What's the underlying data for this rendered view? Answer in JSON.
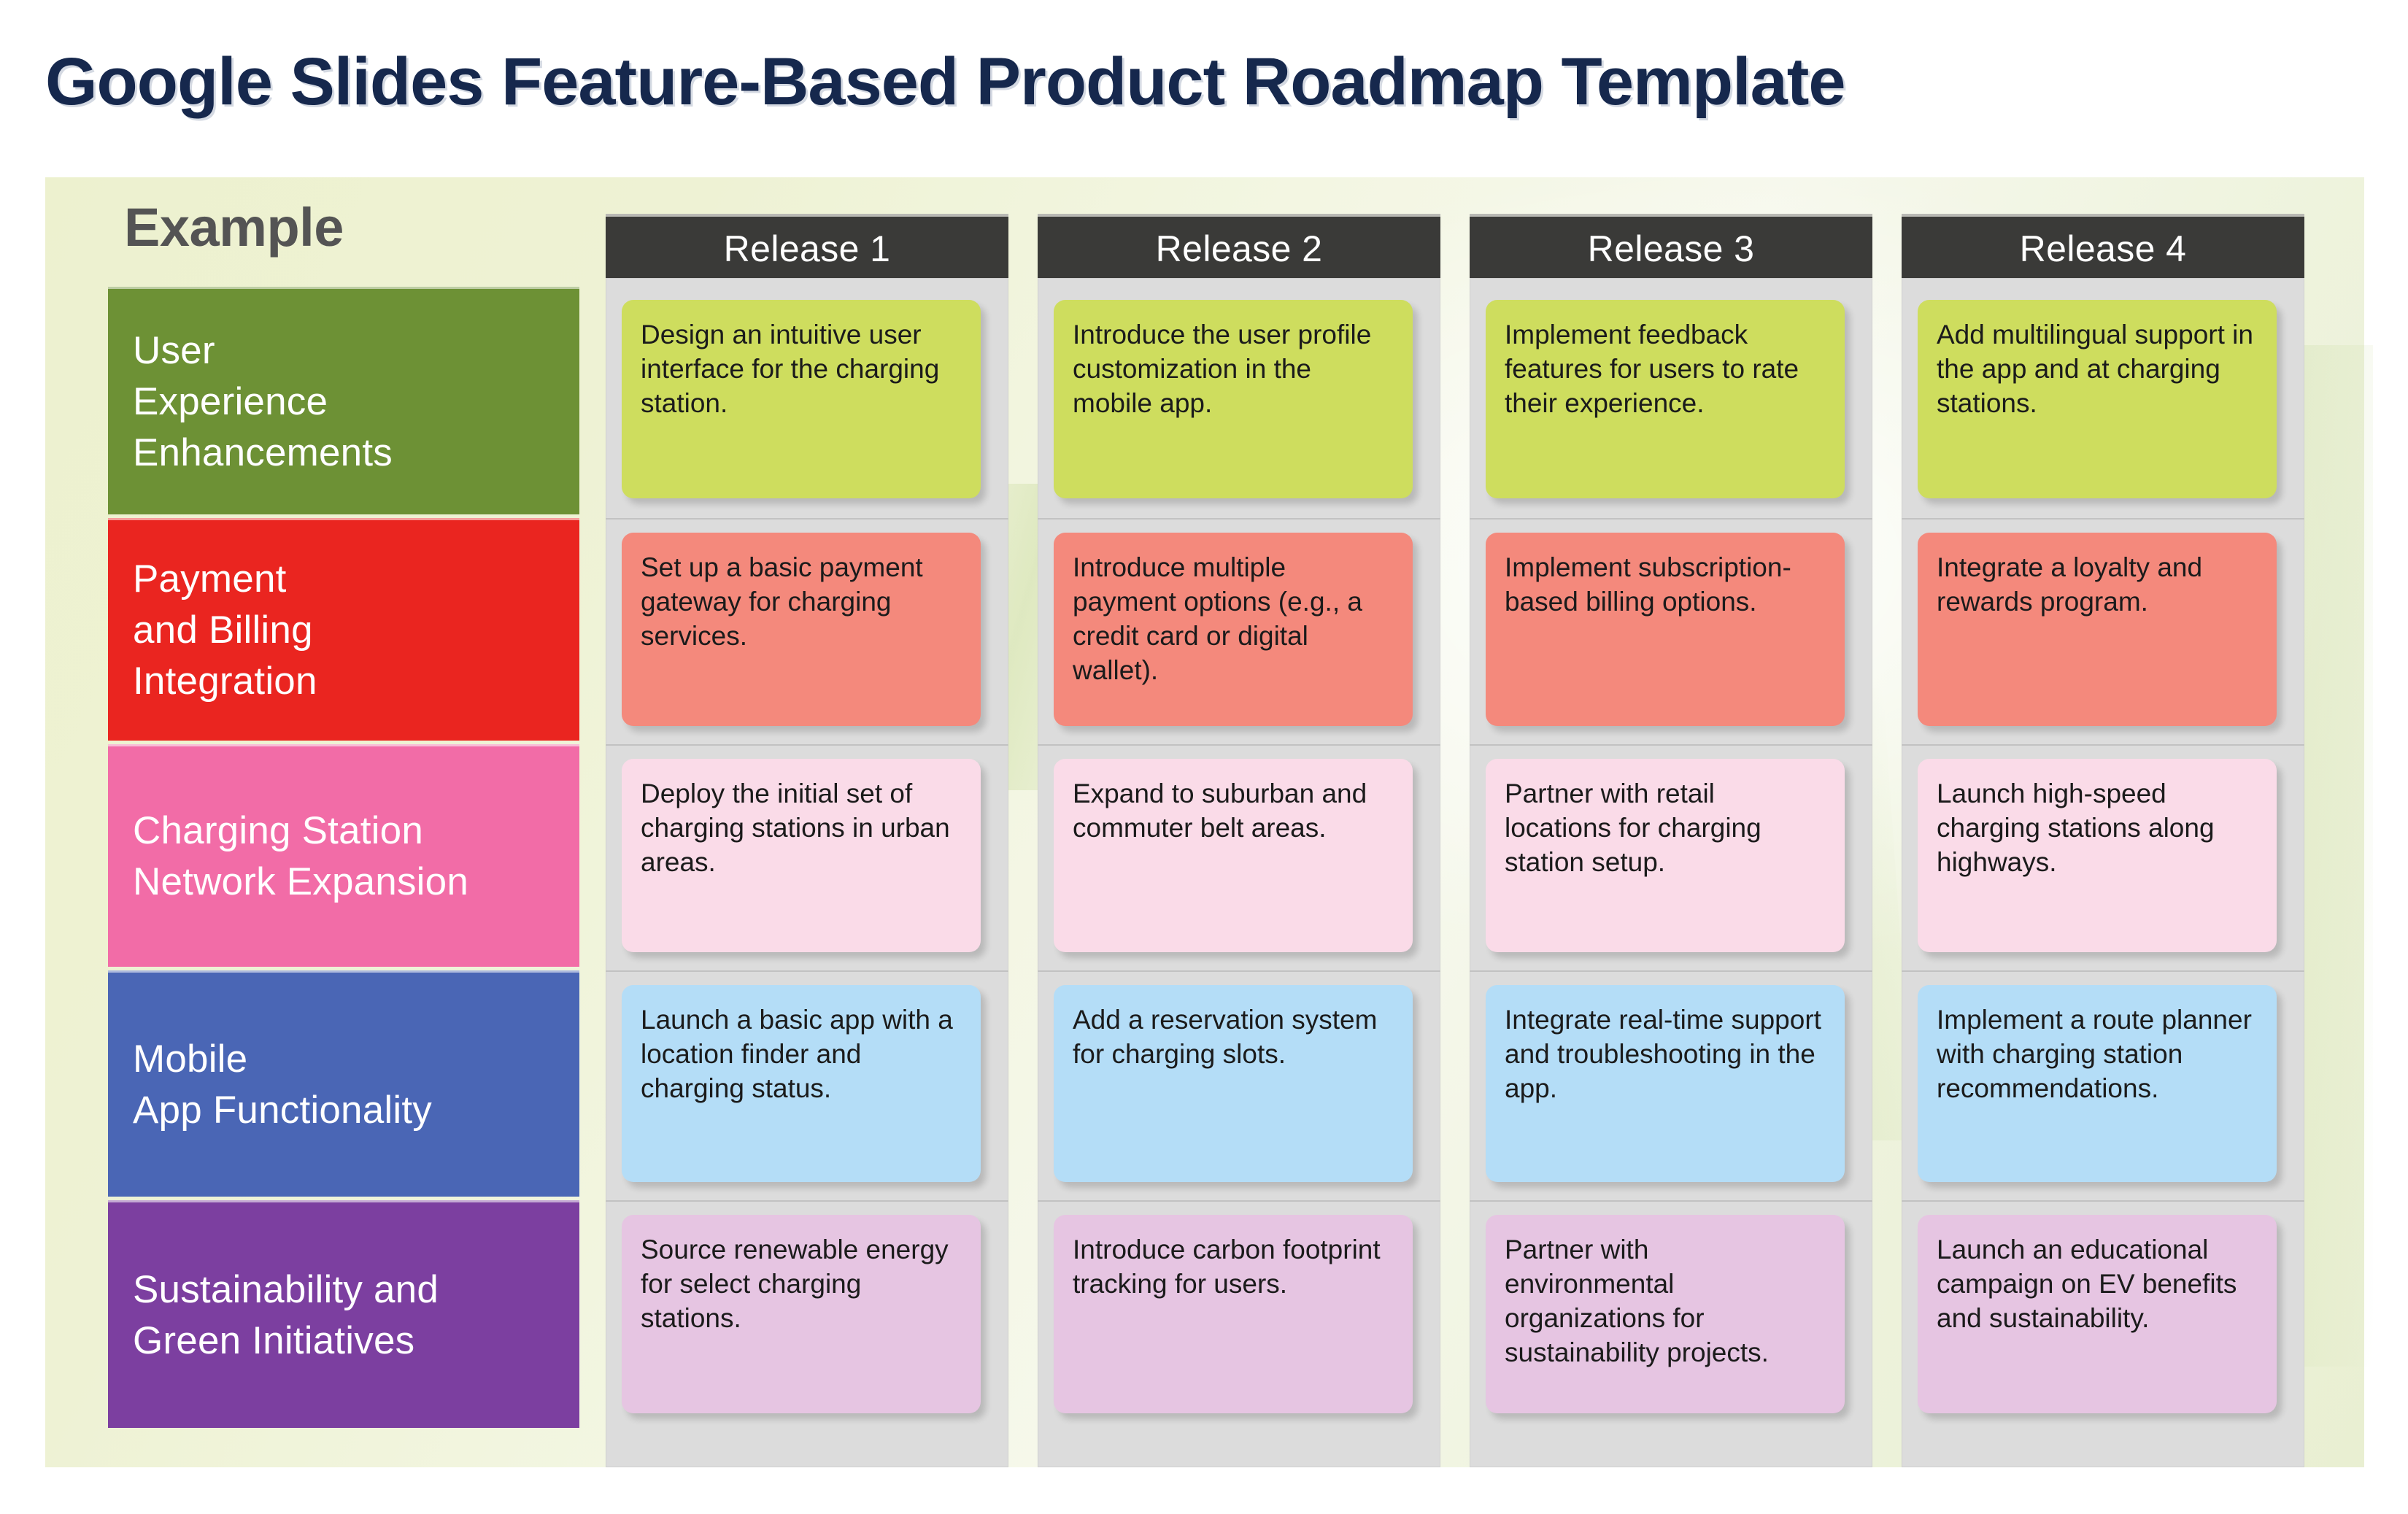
{
  "title": "Google Slides Feature-Based Product Roadmap Template",
  "example_label": "Example",
  "colors": {
    "title_text": "#16284d",
    "panel_bg": "#eef2d4",
    "column_bg": "#dcdcdc",
    "header_bg": "#3a3a38",
    "header_text": "#ffffff",
    "example_text": "#545454"
  },
  "columns": [
    {
      "label": "Release 1"
    },
    {
      "label": "Release 2"
    },
    {
      "label": "Release 3"
    },
    {
      "label": "Release 4"
    }
  ],
  "rows": [
    {
      "label": "User\nExperience\nEnhancements",
      "label_color": "#6d9135",
      "card_color": "#cedd5e",
      "cells": [
        "Design an intuitive user interface for the charging station.",
        "Introduce the user profile customization in the mobile app.",
        "Implement feedback features for users to rate their experience.",
        "Add multilingual support in the app and at charging stations."
      ]
    },
    {
      "label": "Payment\nand Billing\nIntegration",
      "label_color": "#ea2520",
      "card_color": "#f4897c",
      "cells": [
        "Set up a basic payment gateway for charging services.",
        "Introduce multiple payment options (e.g., a credit card or digital wallet).",
        "Implement subscription-based billing options.",
        "Integrate a loyalty and rewards program."
      ]
    },
    {
      "label": "Charging Station\nNetwork Expansion",
      "label_color": "#f26ca7",
      "card_color": "#fadbe8",
      "cells": [
        "Deploy the initial set of charging stations in urban areas.",
        "Expand to suburban and commuter belt areas.",
        "Partner with retail locations for charging station setup.",
        "Launch high-speed charging stations along highways."
      ]
    },
    {
      "label": "Mobile\nApp Functionality",
      "label_color": "#4a66b5",
      "card_color": "#b4ddf7",
      "cells": [
        "Launch a basic app with a location finder and charging status.",
        "Add a reservation system for charging slots.",
        "Integrate real-time support and troubleshooting in the app.",
        "Implement a route planner with charging station recommendations."
      ]
    },
    {
      "label": "Sustainability and\nGreen Initiatives",
      "label_color": "#7c3fa0",
      "card_color": "#e6c5e2",
      "cells": [
        "Source renewable energy for select charging stations.",
        "Introduce carbon footprint tracking for users.",
        "Partner with environmental organizations for sustainability projects.",
        "Launch an educational campaign on EV benefits and sustainability."
      ]
    }
  ]
}
